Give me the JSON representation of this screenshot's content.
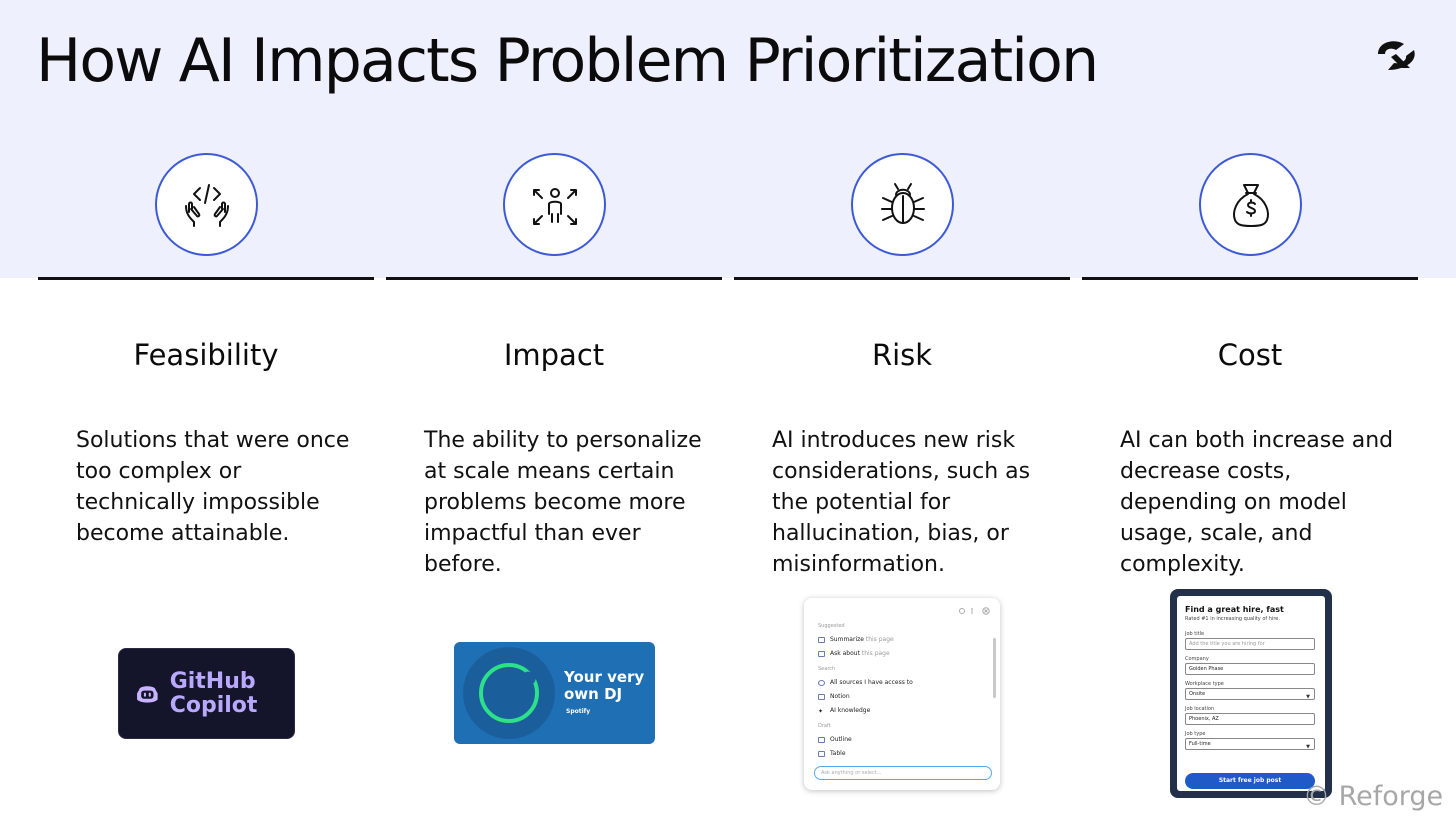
{
  "slide": {
    "title": "How AI Impacts Problem Prioritization",
    "accent_color": "#3d5ad6",
    "band_color": "#eef0fd",
    "watermark": "Reforge"
  },
  "columns": [
    {
      "icon": "hands-code-icon",
      "heading": "Feasibility",
      "description": "Solutions that were once too complex or technically impossible become attainable.",
      "image": {
        "type": "github-copilot-logo",
        "text": "GitHub Copilot"
      }
    },
    {
      "icon": "person-expand-icon",
      "heading": "Impact",
      "description": "The ability to personalize at scale means certain problems become more impactful than ever before.",
      "image": {
        "type": "spotify-dj-card",
        "headline": "Your very own DJ",
        "brand": "Spotify"
      }
    },
    {
      "icon": "bug-icon",
      "heading": "Risk",
      "description": "AI introduces new risk considerations, such as the potential for hallucination, bias, or misinformation.",
      "image": {
        "type": "notion-ai-popup",
        "suggested_label": "Suggested",
        "suggested": [
          {
            "bold": "Summarize",
            "muted": " this page"
          },
          {
            "bold": "Ask about",
            "muted": " this page"
          }
        ],
        "search_label": "Search",
        "search": [
          "All sources I have access to",
          "Notion",
          "AI knowledge"
        ],
        "draft_label": "Draft",
        "draft": [
          "Outline",
          "Table"
        ],
        "input_placeholder": "Ask anything or select..."
      }
    },
    {
      "icon": "money-bag-icon",
      "heading": "Cost",
      "description": "AI can both increase and decrease costs, depending on model usage, scale, and complexity.",
      "image": {
        "type": "job-post-form",
        "title": "Find a great hire, fast",
        "subtitle": "Rated #1 in increasing quality of hire.",
        "fields": [
          {
            "label": "Job title",
            "value": "Add the title you are hiring for",
            "placeholder": true
          },
          {
            "label": "Company",
            "value": "Golden Phase",
            "placeholder": false
          },
          {
            "label": "Workplace type",
            "value": "Onsite",
            "placeholder": false,
            "dropdown": true
          },
          {
            "label": "Job location",
            "value": "Phoenix, AZ",
            "placeholder": false
          },
          {
            "label": "Job type",
            "value": "Full-time",
            "placeholder": false,
            "dropdown": true
          }
        ],
        "button": "Start free job post"
      }
    }
  ]
}
